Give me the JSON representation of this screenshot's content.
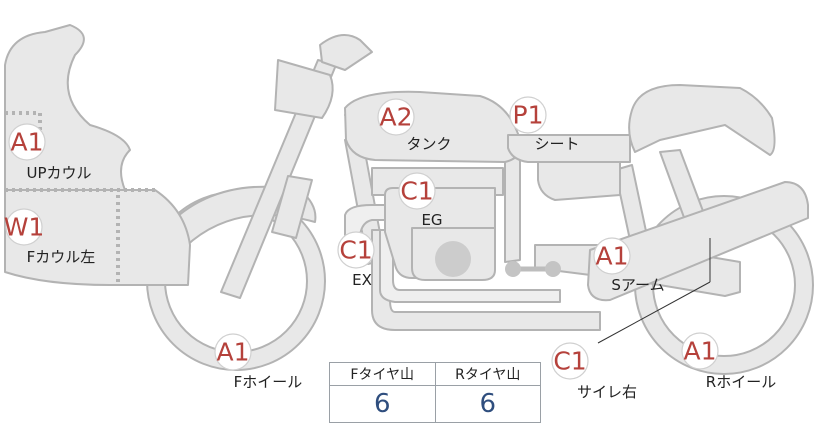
{
  "parts": [
    {
      "id": "up-cowl",
      "grade": "A1",
      "label": "UPカウル"
    },
    {
      "id": "f-cowl-left",
      "grade": "W1",
      "label": "Fカウル左"
    },
    {
      "id": "tank",
      "grade": "A2",
      "label": "タンク"
    },
    {
      "id": "seat",
      "grade": "P1",
      "label": "シート"
    },
    {
      "id": "engine",
      "grade": "C1",
      "label": "EG"
    },
    {
      "id": "exhaust",
      "grade": "C1",
      "label": "EX"
    },
    {
      "id": "swing-arm",
      "grade": "A1",
      "label": "Sアーム"
    },
    {
      "id": "front-wheel",
      "grade": "A1",
      "label": "Fホイール"
    },
    {
      "id": "silencer-right",
      "grade": "C1",
      "label": "サイレ右"
    },
    {
      "id": "rear-wheel",
      "grade": "A1",
      "label": "Rホイール"
    }
  ],
  "tire_tread": {
    "front_header": "Fタイヤ山",
    "rear_header": "Rタイヤ山",
    "front_value": "6",
    "rear_value": "6"
  },
  "colors": {
    "grade_text": "#b5413b",
    "tread_value": "#2f4e7e",
    "body_fill": "#e8e8e8",
    "body_stroke": "#b3b3b3"
  }
}
